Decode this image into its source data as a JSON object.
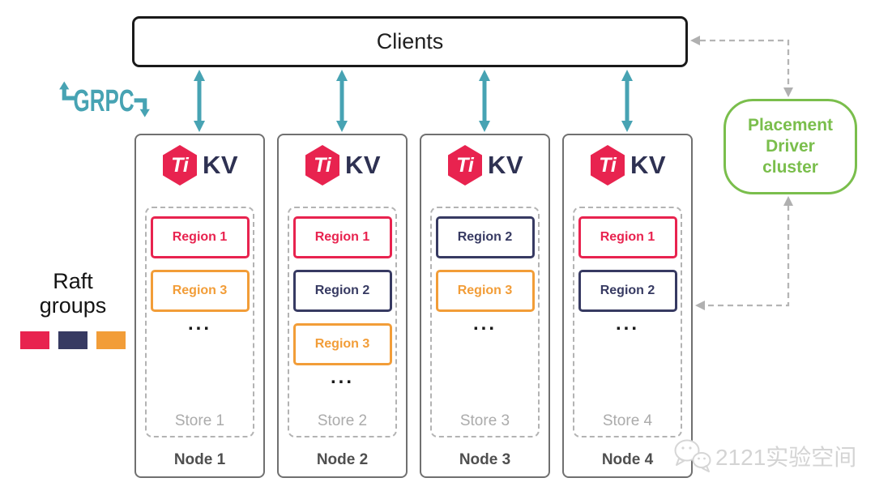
{
  "clients": {
    "label": "Clients"
  },
  "grpc": {
    "label": "GRPC"
  },
  "tikv": {
    "mark": "Ti",
    "text": "KV"
  },
  "placement_driver": {
    "line1": "Placement",
    "line2": "Driver",
    "line3": "cluster"
  },
  "raft_legend": {
    "line1": "Raft",
    "line2": "groups",
    "swatches": [
      {
        "name": "region-1",
        "color": "#E8234F"
      },
      {
        "name": "region-2",
        "color": "#373A62"
      },
      {
        "name": "region-3",
        "color": "#F29D38"
      }
    ]
  },
  "nodes": [
    {
      "store_label": "Store 1",
      "node_label": "Node 1",
      "ellipsis": "...",
      "regions": [
        {
          "label": "Region 1",
          "color": "red"
        },
        {
          "label": "Region 3",
          "color": "orange"
        }
      ]
    },
    {
      "store_label": "Store 2",
      "node_label": "Node 2",
      "ellipsis": "...",
      "regions": [
        {
          "label": "Region 1",
          "color": "red"
        },
        {
          "label": "Region 2",
          "color": "navy"
        },
        {
          "label": "Region 3",
          "color": "orange"
        }
      ]
    },
    {
      "store_label": "Store 3",
      "node_label": "Node 3",
      "ellipsis": "...",
      "regions": [
        {
          "label": "Region 2",
          "color": "navy"
        },
        {
          "label": "Region 3",
          "color": "orange"
        }
      ]
    },
    {
      "store_label": "Store 4",
      "node_label": "Node 4",
      "ellipsis": "...",
      "regions": [
        {
          "label": "Region 1",
          "color": "red"
        },
        {
          "label": "Region 2",
          "color": "navy"
        }
      ]
    }
  ],
  "watermark": {
    "text": "2121实验空间",
    "icon": "chat-bubbles-icon"
  },
  "colors": {
    "red": "#E8234F",
    "navy": "#373A62",
    "orange": "#F29D38",
    "teal": "#47A3B3",
    "green": "#7ABE4C",
    "clients_border": "#1A1A1A",
    "node_border": "#707070",
    "dashed_gray": "#B5B5B5",
    "store_text": "#ABABAB",
    "node_text": "#4F4F4F",
    "watermark_gray": "#D4D4D4"
  }
}
